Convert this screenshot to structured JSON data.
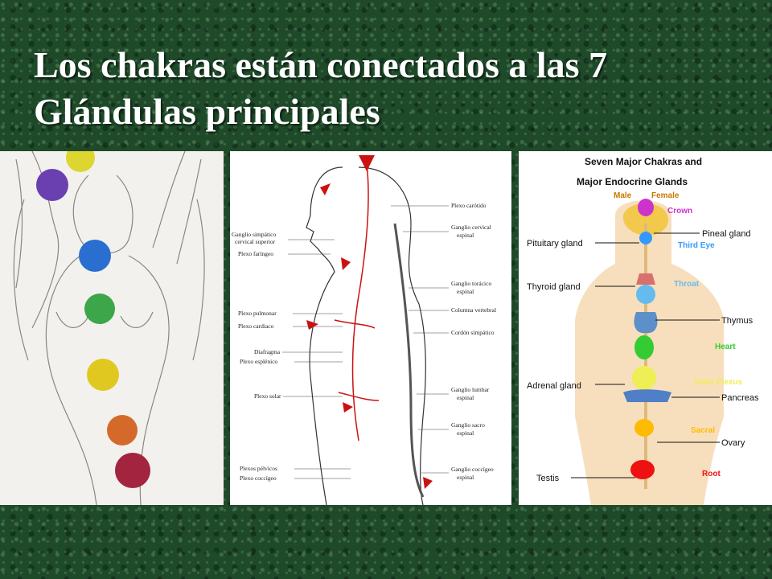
{
  "title": {
    "line1": "Los chakras están conectados a las  7",
    "line2": "Glándulas  principales"
  },
  "nervous": {
    "left_labels": [
      "Ganglio simpático",
      "cervical superior",
      "Plexo faríngeo",
      "Plexo pulmonar",
      "Plexo cardiaco",
      "Diafragma",
      "Plexo esplénico",
      "Plexo solar",
      "Plexos pélvicos",
      "Plexo coccígeo"
    ],
    "right_labels": [
      "Plexo carótido",
      "Ganglio cervical",
      "espinal",
      "Ganglio torácico",
      "espinal",
      "Columna vertebral",
      "Cordón simpático",
      "Ganglio lumbar",
      "espinal",
      "Ganglio sacro",
      "espinal",
      "Ganglio coccígeo",
      "espinal"
    ]
  },
  "glands": {
    "heading1": "Seven Major Chakras and",
    "heading2": "Major Endocrine Glands",
    "male": "Male",
    "female": "Female",
    "chakras": [
      "Crown",
      "Third Eye",
      "Throat",
      "Heart",
      "Solar Plexus",
      "Sacral",
      "Root"
    ],
    "chakra_colors": [
      "#cc33cc",
      "#3399ff",
      "#66bbee",
      "#33cc33",
      "#eeee55",
      "#ffbb00",
      "#ee1111"
    ],
    "labels": [
      "Pineal gland",
      "Pituitary gland",
      "Thyroid gland",
      "Thymus",
      "Adrenal gland",
      "Pancreas",
      "Ovary",
      "Testis"
    ]
  }
}
